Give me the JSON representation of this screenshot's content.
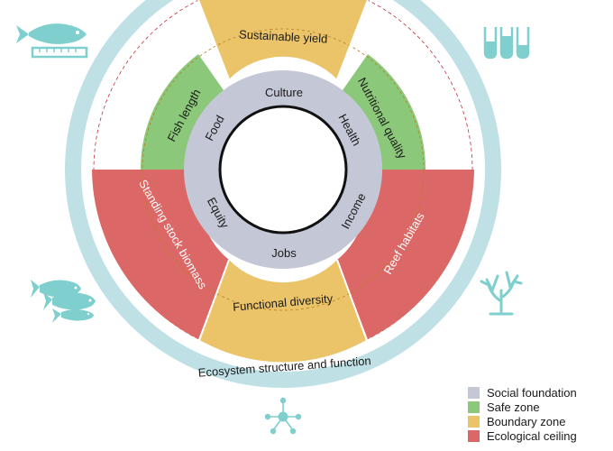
{
  "colors": {
    "social": "#C4C7D6",
    "safe": "#8CC87A",
    "boundary": "#EBC46A",
    "ceiling": "#DB6766",
    "ring": "#BFE1E6",
    "dashed": "#C0303A",
    "icon": "#7FCFCF"
  },
  "social_labels": [
    "Culture",
    "Health",
    "Income",
    "Jobs",
    "Equity",
    "Food"
  ],
  "zone_labels": {
    "sustainable_yield": "Sustainable yield",
    "nutritional_quality": "Nutritional quality",
    "reef_habitats": "Reef habitats",
    "functional_diversity": "Functional diversity",
    "standing_stock_biomass": "Standing stock biomass",
    "fish_length": "Fish length"
  },
  "ring_label": "Ecosystem structure and function",
  "legend": [
    {
      "label": "Social foundation",
      "color": "#C4C7D6"
    },
    {
      "label": "Safe zone",
      "color": "#8CC87A"
    },
    {
      "label": "Boundary zone",
      "color": "#EBC46A"
    },
    {
      "label": "Ecological ceiling",
      "color": "#DB6766"
    }
  ],
  "icons": [
    "fish-ruler-icon",
    "test-tubes-icon",
    "fish-school-icon",
    "coral-icon",
    "network-icon"
  ]
}
